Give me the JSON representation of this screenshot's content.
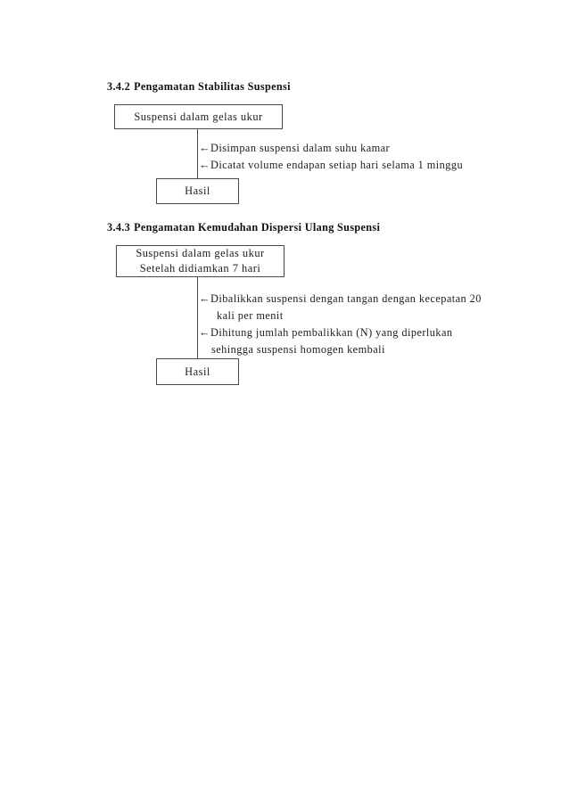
{
  "document": {
    "sections": [
      {
        "id": "3.4.2",
        "number": "3.4.2",
        "title": "Pengamatan Stabilitas Suspensi",
        "diagram": {
          "start_box": {
            "lines": [
              "Suspensi dalam gelas ukur"
            ]
          },
          "end_box": {
            "lines": [
              "Hasil"
            ]
          },
          "steps": [
            {
              "arrow": "←",
              "text": "Disimpan suspensi dalam suhu kamar"
            },
            {
              "arrow": "←",
              "text": "Dicatat volume endapan setiap hari selama 1 minggu"
            }
          ]
        }
      },
      {
        "id": "3.4.3",
        "number": "3.4.3",
        "title": "Pengamatan Kemudahan Dispersi Ulang Suspensi",
        "diagram": {
          "start_box": {
            "lines": [
              "Suspensi dalam gelas ukur",
              "Setelah didiamkan 7 hari"
            ]
          },
          "end_box": {
            "lines": [
              "Hasil"
            ]
          },
          "steps": [
            {
              "arrow": "←",
              "text": "Dibalikkan suspensi dengan tangan dengan kecepatan 20"
            },
            {
              "arrow": "",
              "text": "kali per menit"
            },
            {
              "arrow": "←",
              "text": "Dihitung jumlah pembalikkan (N) yang diperlukan"
            },
            {
              "arrow": "",
              "text": "sehingga suspensi homogen kembali"
            }
          ]
        }
      }
    ]
  },
  "colors": {
    "page_background": "#ffffff",
    "text": "#1d1d1d",
    "box_border": "#4a4a4a",
    "connector": "#4a4a4a"
  }
}
